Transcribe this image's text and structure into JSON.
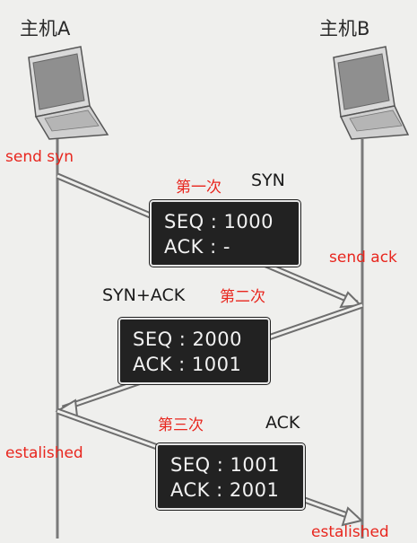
{
  "hosts": {
    "a": "主机A",
    "b": "主机B"
  },
  "steps": [
    {
      "order": "第一次",
      "type": "SYN",
      "seq_line": "SEQ : 1000",
      "ack_line": "ACK :   -"
    },
    {
      "order": "第二次",
      "type": "SYN+ACK",
      "seq_line": "SEQ : 2000",
      "ack_line": "ACK : 1001"
    },
    {
      "order": "第三次",
      "type": "ACK",
      "seq_line": "SEQ : 1001",
      "ack_line": "ACK : 2001"
    }
  ],
  "annotations": {
    "send_syn": "send syn",
    "send_ack": "send ack",
    "established_a": "estalished",
    "established_b": "estalished"
  },
  "colors": {
    "annotation": "#e8261e",
    "box": "#222222",
    "line": "#7a7a7a"
  }
}
